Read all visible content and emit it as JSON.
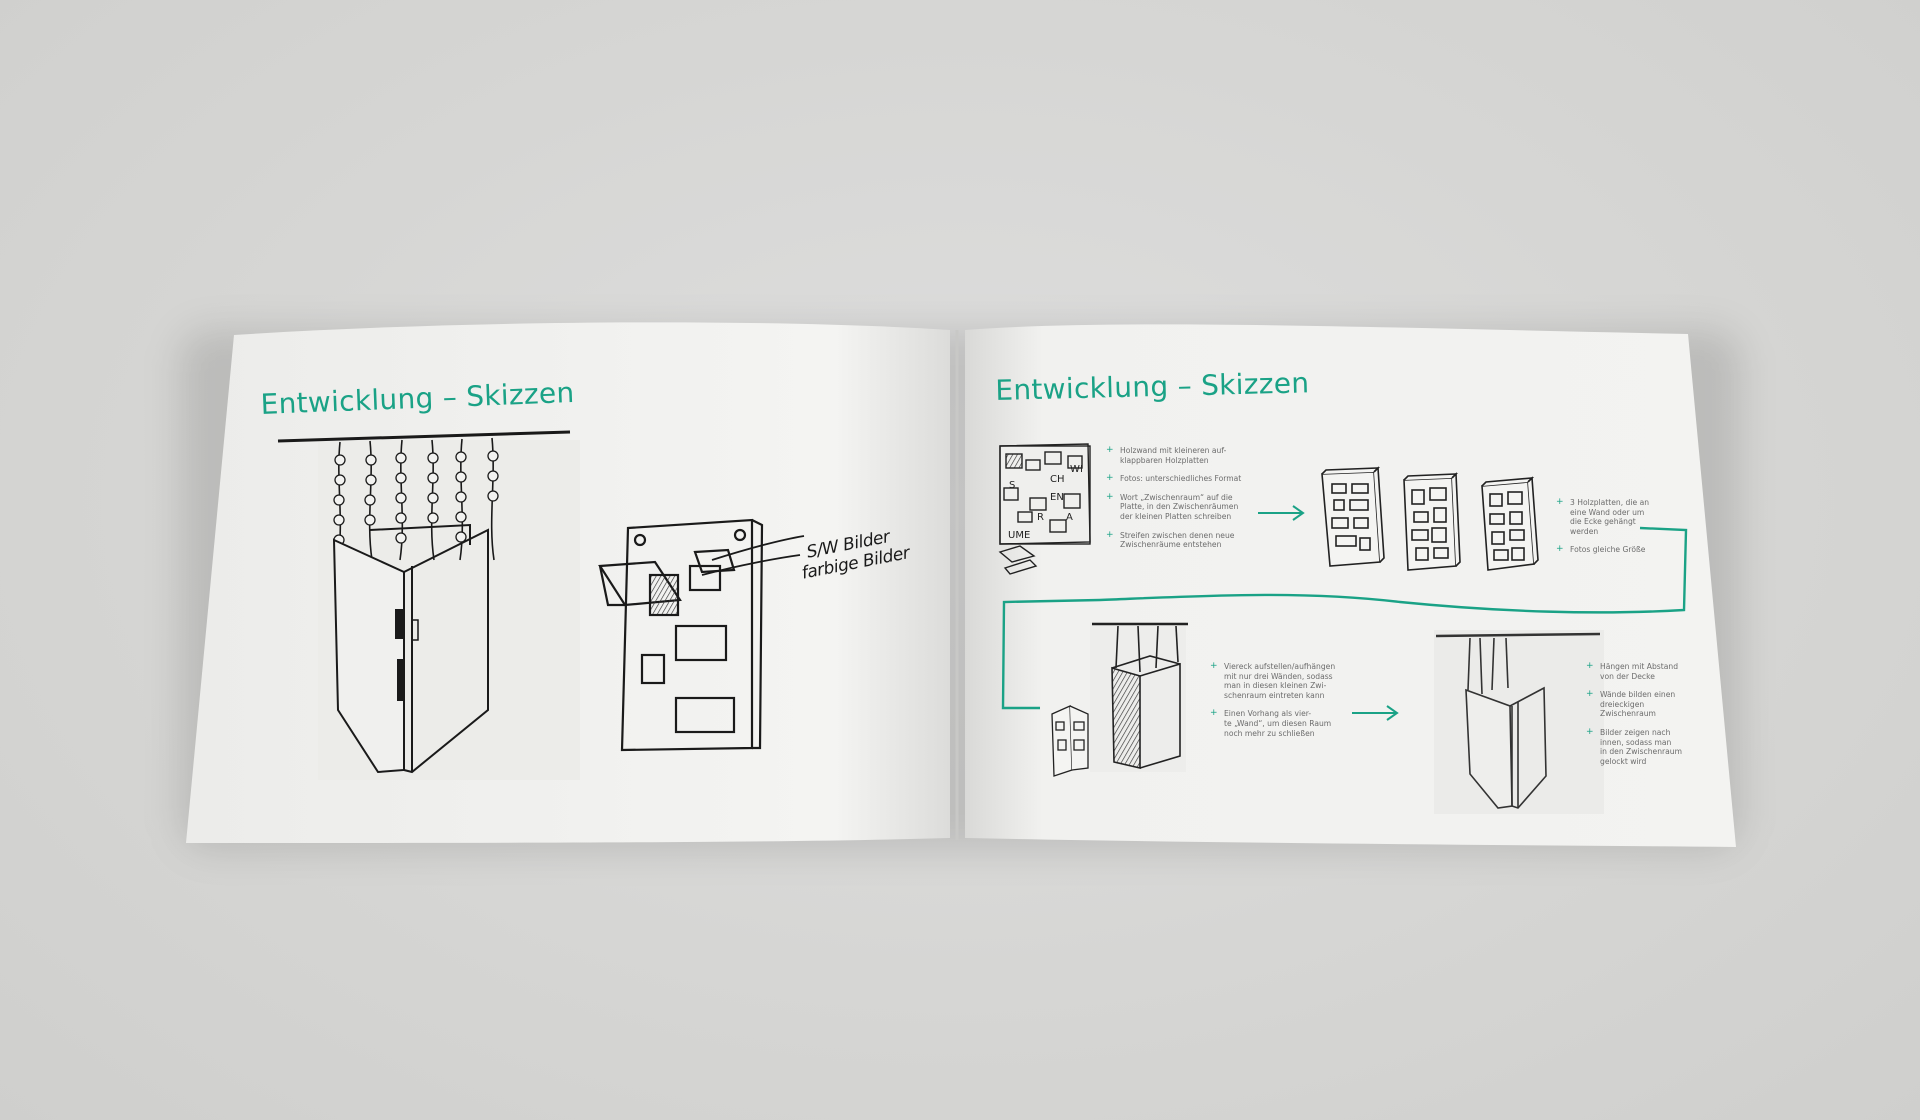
{
  "page": {
    "left": {
      "title": "Entwicklung – Skizzen",
      "sketch_labels": [
        "S/W Bilder",
        "farbige Bilder"
      ]
    },
    "right": {
      "title": "Entwicklung – Skizzen",
      "sketch1_labels": [
        "W",
        "I",
        "S",
        "CH",
        "EN",
        "R",
        "A",
        "UME"
      ],
      "notes_1": [
        "Holzwand mit kleineren auf-\nklappbaren Holzplatten",
        "Fotos: unterschiedliches Format",
        "Wort „Zwischenraum“ auf die\nPlatte, in den Zwischenräumen\nder kleinen Platten schreiben",
        "Streifen zwischen denen neue\nZwischenräume entstehen"
      ],
      "notes_2": [
        "3 Holzplatten, die an\neine Wand oder um\ndie Ecke gehängt\nwerden",
        "Fotos gleiche Größe"
      ],
      "notes_3": [
        "Viereck aufstellen/aufhängen\nmit nur drei Wänden, sodass\nman in diesen kleinen Zwi-\nschenraum eintreten kann",
        "Einen Vorhang als vier-\nte „Wand“, um diesen Raum\nnoch mehr zu schließen"
      ],
      "notes_4": [
        "Hängen mit Abstand\nvon der Decke",
        "Wände bilden einen\ndreieckigen\nZwischenraum",
        "Bilder zeigen nach\ninnen, sodass man\nin den Zwischenraum\ngelockt wird"
      ]
    },
    "colors": {
      "accent": "#1aa286",
      "paper": "#f2f2f0",
      "background": "#d7d7d5",
      "ink": "#1a1a1a"
    }
  }
}
